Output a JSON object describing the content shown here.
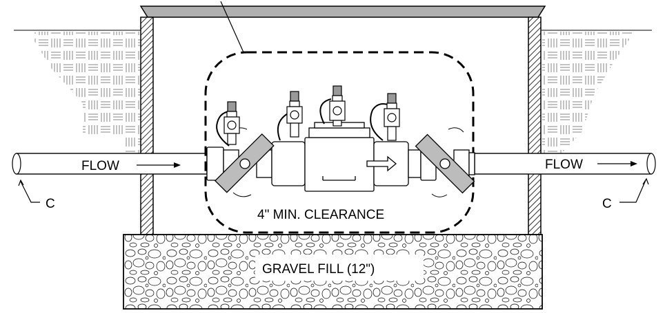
{
  "labels": {
    "flow_left": "FLOW",
    "flow_right": "FLOW",
    "clearance": "4\" MIN. CLEARANCE",
    "gravel": "GRAVEL FILL (12\")",
    "section_left": "C",
    "section_right": "C"
  },
  "colors": {
    "line": "#000000",
    "lid": "#b0b0b0",
    "background": "#ffffff"
  }
}
